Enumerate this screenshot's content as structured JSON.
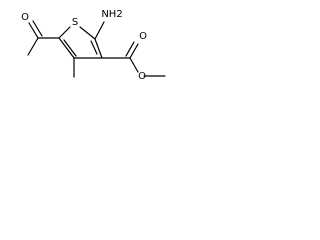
{
  "molecule": {
    "labels": {
      "sulfur": "S",
      "amine": "NH2",
      "acetyl_oxygen": "O",
      "ester_carbonyl_oxygen": "O",
      "ester_ether_oxygen": "O"
    },
    "colors": {
      "bond": "#000000",
      "label": "#000000",
      "background": "#ffffff"
    }
  }
}
